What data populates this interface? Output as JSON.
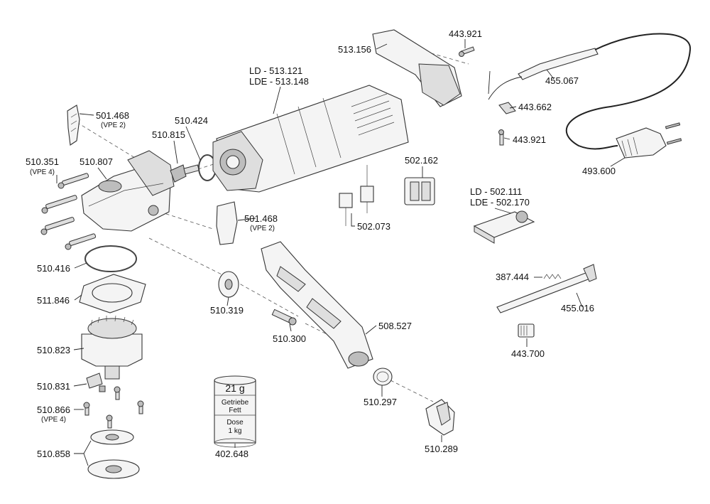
{
  "parts": [
    {
      "id": "p-501468-top",
      "lines": [
        "501.468",
        "(VPE 2)"
      ]
    },
    {
      "id": "p-510424",
      "lines": [
        "510.424"
      ]
    },
    {
      "id": "p-510815",
      "lines": [
        "510.815"
      ]
    },
    {
      "id": "p-510351",
      "lines": [
        "510.351",
        "(VPE 4)"
      ]
    },
    {
      "id": "p-510807",
      "lines": [
        "510.807"
      ]
    },
    {
      "id": "p-513121",
      "lines": [
        "LD   - 513.121",
        "LDE - 513.148"
      ]
    },
    {
      "id": "p-513156",
      "lines": [
        "513.156"
      ]
    },
    {
      "id": "p-443921-top",
      "lines": [
        "443.921"
      ]
    },
    {
      "id": "p-455067",
      "lines": [
        "455.067"
      ]
    },
    {
      "id": "p-443662",
      "lines": [
        "443.662"
      ]
    },
    {
      "id": "p-443921-bot",
      "lines": [
        "443.921"
      ]
    },
    {
      "id": "p-493600",
      "lines": [
        "493.600"
      ]
    },
    {
      "id": "p-502162",
      "lines": [
        "502.162"
      ]
    },
    {
      "id": "p-502111",
      "lines": [
        "LD   - 502.111",
        "LDE - 502.170"
      ]
    },
    {
      "id": "p-502073",
      "lines": [
        "502.073"
      ]
    },
    {
      "id": "p-501468-mid",
      "lines": [
        "501.468",
        "(VPE 2)"
      ]
    },
    {
      "id": "p-510416",
      "lines": [
        "510.416"
      ]
    },
    {
      "id": "p-511846",
      "lines": [
        "511.846"
      ]
    },
    {
      "id": "p-510319",
      "lines": [
        "510.319"
      ]
    },
    {
      "id": "p-510300",
      "lines": [
        "510.300"
      ]
    },
    {
      "id": "p-508527",
      "lines": [
        "508.527"
      ]
    },
    {
      "id": "p-387444",
      "lines": [
        "387.444"
      ]
    },
    {
      "id": "p-455016",
      "lines": [
        "455.016"
      ]
    },
    {
      "id": "p-443700",
      "lines": [
        "443.700"
      ]
    },
    {
      "id": "p-510823",
      "lines": [
        "510.823"
      ]
    },
    {
      "id": "p-510831",
      "lines": [
        "510.831"
      ]
    },
    {
      "id": "p-510866",
      "lines": [
        "510.866",
        "(VPE 4)"
      ]
    },
    {
      "id": "p-510858",
      "lines": [
        "510.858"
      ]
    },
    {
      "id": "p-402648",
      "lines": [
        "402.648"
      ]
    },
    {
      "id": "p-510297",
      "lines": [
        "510.297"
      ]
    },
    {
      "id": "p-510289",
      "lines": [
        "510.289"
      ]
    }
  ],
  "grease_tin": {
    "amount": "21 g",
    "type_line1": "Getriebe",
    "type_line2": "Fett",
    "container_line1": "Dose",
    "container_line2": "1 kg"
  },
  "colors": {
    "ink": "#111111",
    "part_fill": "#f4f4f4",
    "shade": "#bdbdbd"
  }
}
